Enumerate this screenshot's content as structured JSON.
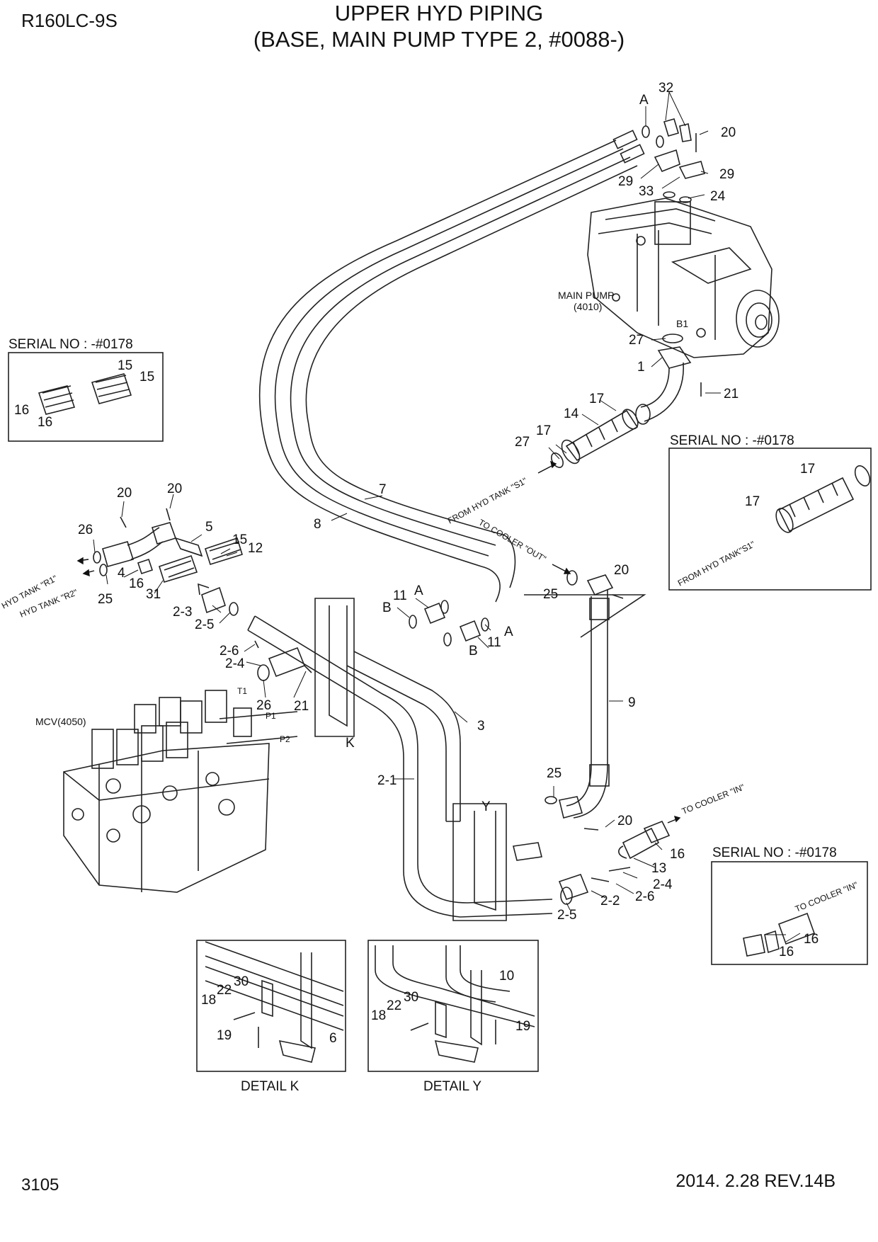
{
  "header": {
    "model": "R160LC-9S",
    "title_line1": "UPPER HYD PIPING",
    "title_line2": "(BASE, MAIN PUMP TYPE 2, #0088-)"
  },
  "footer": {
    "page": "3105",
    "revision": "2014. 2.28  REV.14B"
  },
  "components": {
    "main_pump": "MAIN PUMP",
    "main_pump_code": "(4010)",
    "mcv": "MCV(4050)",
    "b1": "B1",
    "t1": "T1",
    "p1": "P1",
    "p2": "P2"
  },
  "flow_labels": {
    "hyd_tank_s1": "FROM HYD TANK \"S1\"",
    "cooler_out": "TO COOLER \"OUT\"",
    "cooler_in": "TO COOLER \"IN\"",
    "hyd_tank_r1": "HYD TANK \"R1\"",
    "hyd_tank_r2": "HYD TANK \"R2\""
  },
  "insets": {
    "serial_left": {
      "heading": "SERIAL NO : -#0178",
      "parts": [
        "15",
        "15",
        "16",
        "16"
      ]
    },
    "serial_right": {
      "heading": "SERIAL NO : -#0178",
      "parts": [
        "17",
        "17"
      ],
      "flow": "FROM HYD TANK\"S1\""
    },
    "serial_bottom": {
      "heading": "SERIAL NO : -#0178",
      "parts": [
        "16",
        "16"
      ],
      "flow": "TO COOLER \"IN\""
    },
    "detail_k": {
      "caption": "DETAIL K",
      "parts": [
        "18",
        "22",
        "30",
        "19",
        "6"
      ]
    },
    "detail_y": {
      "caption": "DETAIL Y",
      "parts": [
        "10",
        "18",
        "22",
        "30",
        "19"
      ]
    }
  },
  "detail_markers": {
    "k": "K",
    "y": "Y"
  },
  "callouts": [
    "A",
    "32",
    "20",
    "29",
    "29",
    "33",
    "24",
    "27",
    "1",
    "21",
    "17",
    "14",
    "17",
    "27",
    "7",
    "8",
    "20",
    "20",
    "26",
    "5",
    "15",
    "12",
    "4",
    "16",
    "31",
    "25",
    "2-3",
    "2-5",
    "11",
    "A",
    "B",
    "11",
    "A",
    "B",
    "2-6",
    "2-4",
    "26",
    "21",
    "3",
    "2-1",
    "9",
    "25",
    "20",
    "25",
    "20",
    "13",
    "16",
    "2-4",
    "2-6",
    "2-2",
    "2-5"
  ]
}
